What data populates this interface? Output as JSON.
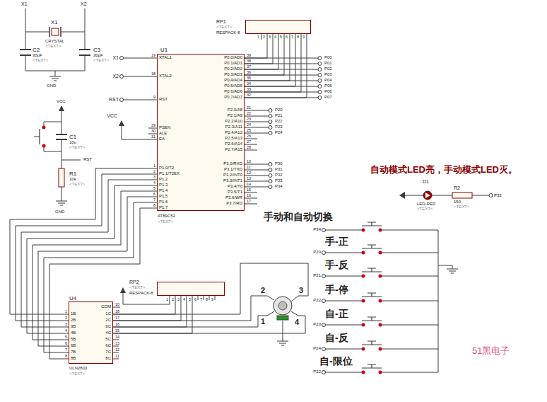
{
  "diagram": {
    "nodes": [
      {
        "text": [
          "RP1",
          "<TEXT>",
          "RESPACK-8"
        ]
      },
      {
        "text": [
          "U1",
          "AT89C52",
          "<TEXT>"
        ]
      },
      {
        "text": [
          "RP2",
          "<TEXT>",
          "RESPACK-8"
        ]
      },
      {
        "text": [
          "U4",
          "ULN2803",
          "<TEXT>"
        ]
      }
    ],
    "edges": [
      {
        "from": 0,
        "to": 1,
        "arrow": "none"
      },
      {
        "from": 0,
        "to": 1,
        "arrow": "none"
      },
      {
        "from": 0,
        "to": 1,
        "arrow": "none"
      },
      {
        "from": 0,
        "to": 1,
        "arrow": "none"
      },
      {
        "from": 0,
        "to": 1,
        "arrow": "none"
      },
      {
        "from": 0,
        "to": 1,
        "arrow": "none"
      },
      {
        "from": 0,
        "to": 1,
        "arrow": "none"
      },
      {
        "from": 0,
        "to": 1,
        "arrow": "none"
      },
      {
        "from": 1,
        "to": 3,
        "arrow": "none"
      },
      {
        "from": 1,
        "to": 3,
        "arrow": "none"
      },
      {
        "from": 1,
        "to": 3,
        "arrow": "none"
      },
      {
        "from": 1,
        "to": 3,
        "arrow": "none"
      },
      {
        "from": 1,
        "to": 3,
        "arrow": "none"
      },
      {
        "from": 1,
        "to": 3,
        "arrow": "none"
      },
      {
        "from": 1,
        "to": 3,
        "arrow": "none"
      },
      {
        "from": 1,
        "to": 3,
        "arrow": "none"
      },
      {
        "from": 2,
        "to": 3,
        "arrow": "none"
      },
      {
        "from": 2,
        "to": 3,
        "arrow": "none"
      },
      {
        "from": 2,
        "to": 3,
        "arrow": "none"
      },
      {
        "from": 2,
        "to": 3,
        "arrow": "none"
      }
    ],
    "labels": [
      "X1",
      "X2",
      "X1",
      "CRYSTAL",
      "<TEXT>",
      "C2",
      "30pF",
      "<TEXT>",
      "C3",
      "30pF",
      "<TEXT>",
      "GND",
      "VCC",
      "C1",
      "10u",
      "<TEXT>",
      "RST",
      "R1",
      "10k",
      "<TEXT>",
      "GND",
      "X1",
      "X2",
      "RST",
      "VCC",
      "19",
      "18",
      "9",
      "29",
      "30",
      "31",
      "1",
      "2",
      "3",
      "4",
      "5",
      "6",
      "7",
      "8",
      "XTAL1",
      "XTAL2",
      "RST",
      "PSEN",
      "ALE",
      "EA",
      "P1.0/T2",
      "P1.1/T2EX",
      "P1.2",
      "P1.3",
      "P1.4",
      "P1.5",
      "P1.6",
      "P1.7",
      "P0.0/AD0",
      "P0.1/AD1",
      "P0.2/AD2",
      "P0.3/AD3",
      "P0.4/AD4",
      "P0.5/AD5",
      "P0.6/AD6",
      "P0.7/AD7",
      "P2.0/A8",
      "P2.1/A9",
      "P2.2/A10",
      "P2.3/A11",
      "P2.4/A12",
      "P2.5/A13",
      "P2.6/A14",
      "P2.7/A15",
      "P3.0/RXD",
      "P3.1/TXD",
      "P3.2/INT0",
      "P3.3/INT1",
      "P3.4/T0",
      "P3.5/T1",
      "P3.6/WR",
      "P3.7/RD",
      "39",
      "38",
      "37",
      "36",
      "35",
      "34",
      "33",
      "32",
      "21",
      "22",
      "23",
      "24",
      "25",
      "26",
      "27",
      "28",
      "10",
      "11",
      "12",
      "13",
      "14",
      "15",
      "16",
      "17",
      "P00",
      "P01",
      "P02",
      "P03",
      "P04",
      "P05",
      "P06",
      "P07",
      "P20",
      "P21",
      "P22",
      "P23",
      "P24",
      "P30",
      "P31",
      "P32",
      "P33",
      "P34",
      "1",
      "2",
      "3",
      "4",
      "5",
      "6",
      "7",
      "8",
      "9",
      "1",
      "2",
      "3",
      "4",
      "5",
      "6",
      "7",
      "8",
      "1B",
      "2B",
      "3B",
      "4B",
      "5B",
      "6B",
      "7B",
      "8B",
      "COM",
      "1C",
      "2C",
      "3C",
      "4C",
      "5C",
      "6C",
      "7C",
      "8C",
      "10",
      "18",
      "17",
      "16",
      "15",
      "14",
      "13",
      "12",
      "11",
      "1",
      "2",
      "3",
      "4",
      "5",
      "6",
      "7",
      "8",
      "9",
      "2",
      "3",
      "1",
      "4",
      "手动和自动切换",
      "P34",
      "手-正",
      "P20",
      "手-反",
      "P21",
      "手-停",
      "P22",
      "自-正",
      "P23",
      "自-反",
      "P24",
      "自-限位",
      "P22",
      "自动模式LED亮，手动模式LED灭。",
      "D1",
      "LED-RED",
      "<TEXT>",
      "R2",
      "150",
      "<TEXT>",
      "P33",
      "51黑电子"
    ]
  }
}
